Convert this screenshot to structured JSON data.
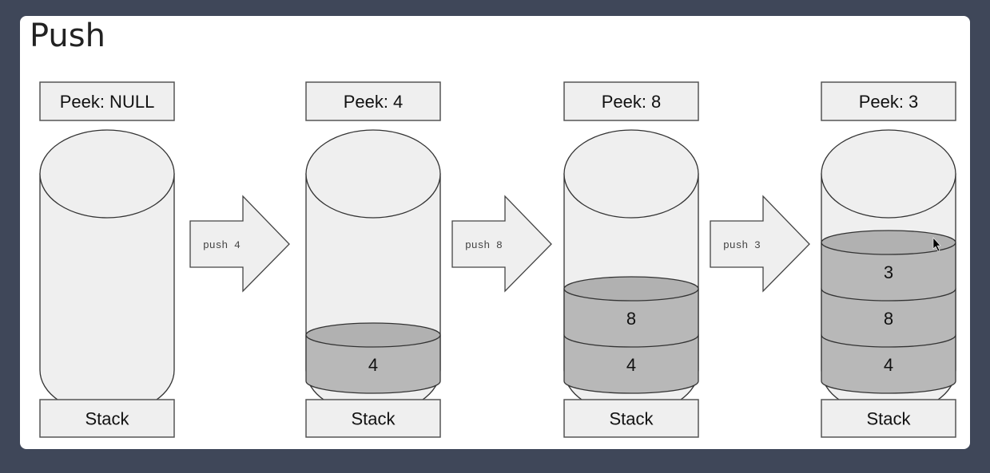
{
  "title": "Push",
  "stages": [
    {
      "peek_label": "Peek: NULL",
      "stack_label": "Stack",
      "items": []
    },
    {
      "peek_label": "Peek: 4",
      "stack_label": "Stack",
      "items": [
        "4"
      ]
    },
    {
      "peek_label": "Peek: 8",
      "stack_label": "Stack",
      "items": [
        "4",
        "8"
      ]
    },
    {
      "peek_label": "Peek: 3",
      "stack_label": "Stack",
      "items": [
        "4",
        "8",
        "3"
      ]
    }
  ],
  "arrows": [
    {
      "label": "push 4"
    },
    {
      "label": "push 8"
    },
    {
      "label": "push 3"
    }
  ],
  "colors": {
    "background": "#3f4759",
    "panel": "#ffffff",
    "empty_fill": "#efefef",
    "item_fill": "#b8b8b8",
    "outline": "#333333"
  },
  "icons": {
    "cursor": "mouse-pointer-icon"
  }
}
